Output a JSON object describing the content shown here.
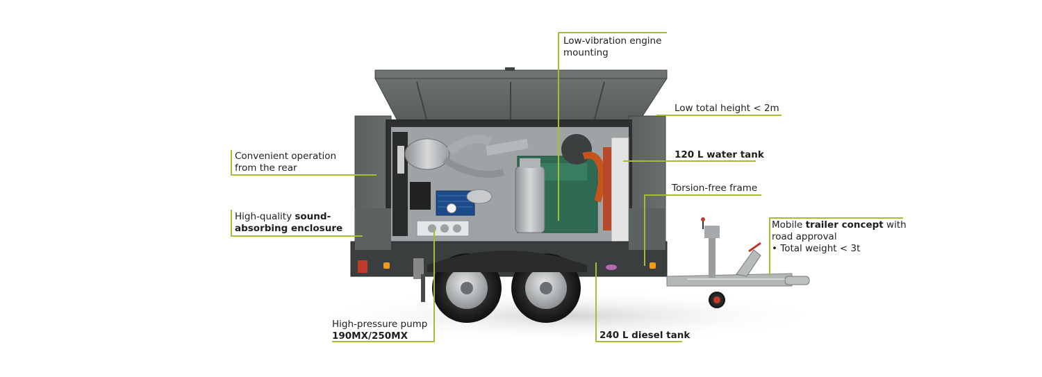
{
  "colors": {
    "callout_line": "#a6bd2f",
    "enclosure": "#5c6261",
    "enclosure_dark": "#464b4a",
    "engine_green": "#2e6b52",
    "silver": "#b9bcbd",
    "indicator_orange": "#f29a1e"
  },
  "callouts": {
    "low_vibration": {
      "line1": "Low-vibration engine",
      "line2": "mounting"
    },
    "low_height": {
      "text": "Low total height < 2m"
    },
    "water_tank": {
      "text": "120 L water tank"
    },
    "torsion_frame": {
      "text": "Torsion-free frame"
    },
    "trailer": {
      "line1_pre": "Mobile ",
      "line1_bold": "trailer concept",
      "line1_post": " with",
      "line2": "road approval",
      "line3": "• Total weight < 3t"
    },
    "diesel_tank": {
      "text": "240 L diesel tank"
    },
    "pump": {
      "line1": "High-pressure pump",
      "line2": "190MX/250MX"
    },
    "rear_operation": {
      "line1": "Convenient operation",
      "line2": "from the rear"
    },
    "enclosure": {
      "line1_pre": "High-quality ",
      "line1_bold": "sound-",
      "line2_bold": "absorbing enclosure"
    }
  }
}
